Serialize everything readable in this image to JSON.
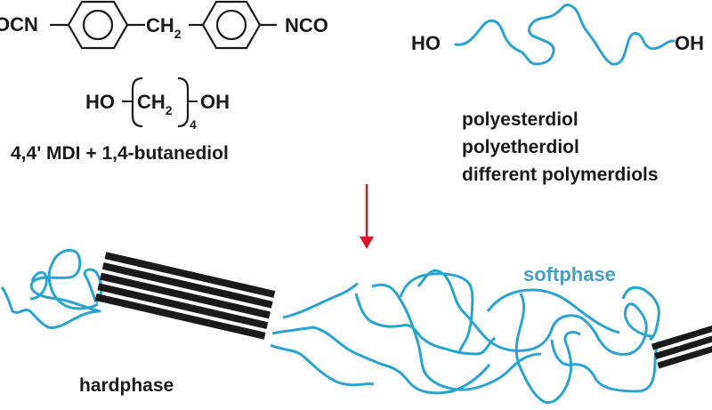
{
  "colors": {
    "chain": "#2aa3cf",
    "text": "#1a1a1a",
    "arrow": "#d01c2c",
    "softphase_label": "#4a9cc0",
    "hard_block": "#1a1a1a"
  },
  "mdi": {
    "left_group": "OCN",
    "bridge": "CH",
    "bridge_sub": "2",
    "right_group": "NCO"
  },
  "butanediol": {
    "left": "HO",
    "unit": "CH",
    "unit_sub": "2",
    "repeat": "4",
    "right": "OH"
  },
  "hard_caption": "4,4' MDI + 1,4-butanediol",
  "polyol": {
    "left": "HO",
    "right": "OH",
    "types": [
      "polyesterdiol",
      "polyetherdiol",
      "different polymerdiols"
    ]
  },
  "labels": {
    "softphase": "softphase",
    "hardphase": "hardphase"
  },
  "icons": {
    "reaction_arrow": "down-arrow-icon",
    "benzene_ring": "benzene-ring-icon"
  }
}
